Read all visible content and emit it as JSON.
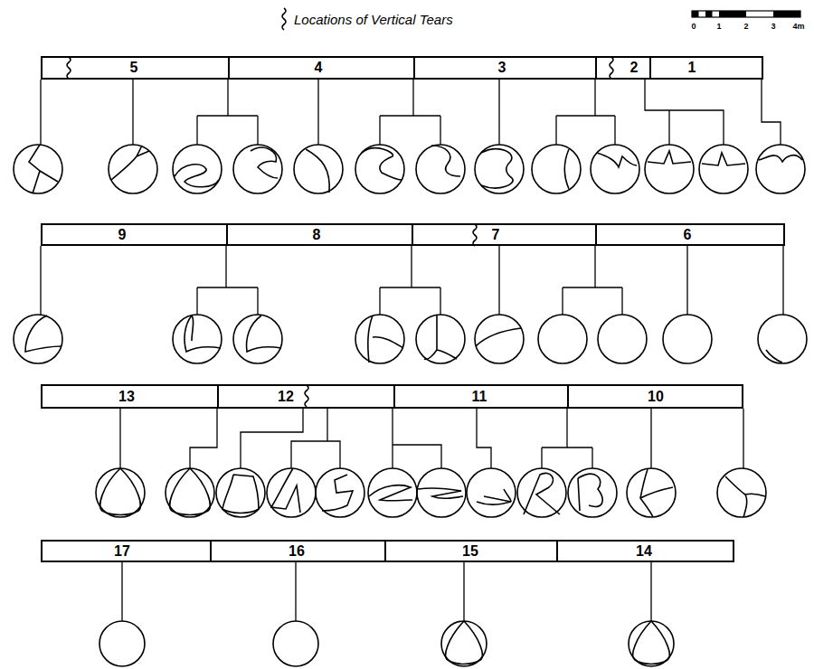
{
  "diagram": {
    "nodes": [
      {
        "text": [
          "5"
        ]
      },
      {
        "text": [
          "4"
        ]
      },
      {
        "text": [
          "3"
        ]
      },
      {
        "text": [
          "2"
        ]
      },
      {
        "text": [
          "1"
        ]
      },
      {
        "text": [
          "9"
        ]
      },
      {
        "text": [
          "8"
        ]
      },
      {
        "text": [
          "7"
        ]
      },
      {
        "text": [
          "6"
        ]
      },
      {
        "text": [
          "13"
        ]
      },
      {
        "text": [
          "12"
        ]
      },
      {
        "text": [
          "11"
        ]
      },
      {
        "text": [
          "10"
        ]
      },
      {
        "text": [
          "17"
        ]
      },
      {
        "text": [
          "16"
        ]
      },
      {
        "text": [
          "15"
        ]
      },
      {
        "text": [
          "14"
        ]
      }
    ],
    "labels": [
      "0",
      "1",
      "2",
      "3",
      "4m"
    ],
    "legend": [
      {
        "text": "Locations of Vertical Tears"
      }
    ]
  }
}
